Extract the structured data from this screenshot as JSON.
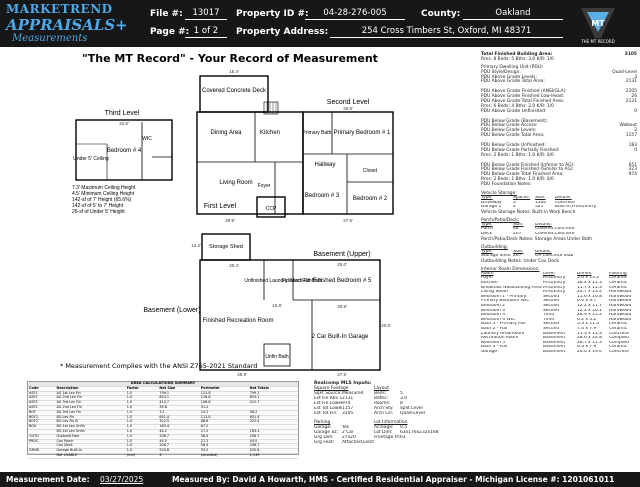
{
  "header": {
    "logo_line1": "MARKETREND",
    "logo_line2": "APPRAISALS+",
    "logo_line3": "Measurements",
    "file_label": "File #:",
    "file_value": "13017",
    "property_id_label": "Property ID #:",
    "property_id_value": "04-28-276-005",
    "county_label": "County:",
    "county_value": "Oakland",
    "page_label": "Page #:",
    "page_value": "1 of 2",
    "address_label": "Property Address:",
    "address_value": "254 Cross Timbers St, Oxford, MI 48371",
    "right_logo_text": "THE MT RECORD"
  },
  "title": "\"The MT Record\" - Your Record of Measurement",
  "plan_labels": {
    "third_level": "Third Level",
    "second_level": "Second Level",
    "first_level": "First Level",
    "basement_upper": "Basement (Upper)",
    "basement_lower": "Basement (Lower)",
    "covered_deck": "Covered Concrete Deck",
    "dining": "Dining Area",
    "kitchen": "Kitchen",
    "living": "Living Room",
    "foyer": "Foyer",
    "ccp": "CCP",
    "primary_bath": "Primary Bath",
    "primary_bedroom": "Primary Bedroom # 1",
    "hallway": "Hallway",
    "wic": "WIC",
    "closet": "Closet",
    "bedroom3": "Bedroom # 3",
    "bedroom2": "Bedroom # 2",
    "bedroom4": "Bedroom # 4",
    "under5": "Under 5' Ceiling",
    "storage_shed": "Storage Shed",
    "unfinished_laundry": "Unfinished Laundry/ Mech.Rm",
    "finished_full_bath": "Finished Full Bath",
    "finished_bedroom5": "Finished Bedroom # 5",
    "finished_rec": "Finished Recreation Room",
    "garage": "2 Car Built-In Garage",
    "unfin_bath": "Unfin Bath",
    "third_notes": [
      "7.3' Maximum Ceiling Height",
      "4.5' Minimum Ceiling Height",
      "142-sf of 7' Height (65.6%)",
      "142-sf of 5' to 7' Height",
      "26-sf of Under 5' Height"
    ],
    "dims": {
      "d1": "15.4'",
      "d2": "22.5'",
      "d3": "25.9'",
      "d4": "29.9'",
      "d5": "27.5'",
      "d6": "20.0'",
      "d7": "12.2'",
      "d8": "25.0'",
      "d9": "20.4'",
      "d10": "10.8'",
      "d11": "20.9'",
      "d12": "8.3'",
      "d13": "11.9'",
      "d14": "5.0'"
    }
  },
  "ansi_note": "* Measurement Complies with the ANSI Z765-2021 Standard",
  "calc_sheet": {
    "title1": "AREA CALCULATIONS SUMMARY",
    "title2": "AREA CALCULATIONS BREAKDOWN",
    "headers": [
      "Code",
      "Description",
      "Factor",
      "Net Size",
      "Perimeter",
      "Net Totals"
    ],
    "rows": [
      [
        "ASF1",
        "AG 1st Lev Fin",
        "1.0",
        "799.1",
        "121.8",
        "799.1"
      ],
      [
        "ASF2",
        "AG 2nd Lev Fin",
        "1.0",
        "853.1",
        "126.8",
        "853.1"
      ],
      [
        "ASF3",
        "AG 3rd Lev Fin",
        "1.0",
        "412.7",
        "106.8",
        "412.7"
      ],
      [
        "ASF2",
        "AG 2nd Lev Fin",
        "1.0",
        "35.8",
        "31.2",
        ""
      ],
      [
        "BGF",
        "AG 3rd Lev Fin",
        "1.0",
        "3.1",
        "10.2",
        "38.2"
      ],
      [
        "BGF2",
        "BG Lev Fin",
        "1.0",
        "651.4",
        "111.8",
        "651.4"
      ],
      [
        "BGF2",
        "BG Lev Fin B",
        "1.0",
        "322.5",
        "88.6",
        "322.5"
      ],
      [
        "BGU",
        "BG 1st Lev Unfin",
        "1.0",
        "183.4",
        "67.2",
        ""
      ],
      [
        "",
        "BG 1st Lev Unfin",
        "1.0",
        "44.2",
        "27.2",
        "183.3"
      ],
      [
        "GUTO",
        "Outbuild Fam",
        "1.0",
        "206.7",
        "58.4",
        "206.7"
      ],
      [
        "PRDC",
        "Cov Porch",
        "1.0",
        "44.0",
        "27.2",
        "44.0"
      ],
      [
        "",
        "Cov Deck",
        "1.0",
        "206.7",
        "58.4",
        "206.7"
      ],
      [
        "GRHB",
        "Garage Built-In",
        "1.0",
        "520.8",
        "93.2",
        "520.8"
      ],
      [
        "",
        "Net LIVABLE",
        "(rnd)",
        "3",
        "(rounded)",
        "2,149"
      ]
    ]
  },
  "mls": {
    "title": "Realcomp MLS Inputs:",
    "square_footage": "Square Footage",
    "layout": "Layout",
    "lines": [
      [
        "SqFt Source:",
        "Measured",
        "Beds:",
        "5"
      ],
      [
        "Est Fin Abv Gr:",
        "2131",
        "Baths:",
        "3.0"
      ],
      [
        "Est Fin Lower:",
        "974",
        "Rooms:",
        "8"
      ],
      [
        "Est Tot Lower:",
        "1157",
        "Arch Sty:",
        "Split Level"
      ],
      [
        "Est Tot Fin:",
        "3105",
        "Arch Lvl:",
        "Quad-Level"
      ]
    ],
    "parking": "Parking",
    "lot": "Lot Information",
    "lines2": [
      [
        "Garage:",
        "Yes",
        "Acreage:",
        "0.5"
      ],
      [
        "Garage Sz:",
        "2 Car",
        "Lot Dim:",
        "63x176x232x168"
      ],
      [
        "Grg Dim:",
        "27x20",
        "Frontage Ft:",
        "63"
      ],
      [
        "Grg Feat:",
        "Attached,Electricity,Heated,Door Opener",
        "",
        ""
      ]
    ]
  },
  "right_panel": {
    "total_finished_label": "Total Finished Building Area:",
    "total_finished_value": "3105",
    "total_finished_sub": "Rms: 8  Beds: 5  Bths: 3.0  K/R: 1/0",
    "rows": [
      [
        "Primary Dwelling Unit (PDU)",
        ""
      ],
      [
        "PDU Style/Design:",
        "Quad-Level"
      ],
      [
        "PDU Above Grade Levels:",
        "3"
      ],
      [
        "PDU Above Grade Total Area:",
        "2131"
      ],
      [
        "",
        ""
      ],
      [
        "PDU Above Grade Finished (ANSI/GLA):",
        "2105"
      ],
      [
        "PDU Above Grade Finished Low-Head:",
        "26"
      ],
      [
        "PDU Above Grade Total Finished Area:",
        "2131"
      ],
      [
        "Rms: 6  Beds: 4  Bths: 2.0  K/R: 1/0",
        ""
      ],
      [
        "PDU Above Grade Unfinished:",
        "0"
      ],
      [
        "",
        ""
      ],
      [
        "PDU Below Grade (Basement):",
        ""
      ],
      [
        "PDU Below Grade Access:",
        "Walkout"
      ],
      [
        "PDU Below Grade Levels:",
        "2"
      ],
      [
        "PDU Below Grade Total Area:",
        "1157"
      ],
      [
        "",
        ""
      ],
      [
        "PDU Below Grade Unfinished:",
        "183"
      ],
      [
        "PDU Below Grade Partially Finished:",
        "0"
      ],
      [
        "Rms: 2  Beds: 1  Bths: 1.0  K/R: 0/0",
        ""
      ],
      [
        "",
        ""
      ],
      [
        "PDU Below Grade Finished (Inferior to AG):",
        "651"
      ],
      [
        "PDU Below Grade Finished (Similar to AG):",
        "323"
      ],
      [
        "PDU Below Grade Total Finished Area:",
        "974"
      ],
      [
        "Rms: 2  Beds: 1  Bths: 1.0  K/R: 0/0",
        ""
      ],
      [
        "PDU Foundation Notes:",
        ""
      ]
    ],
    "vehicle_title": "Vehicle Storage:",
    "vehicle_headers": [
      "Type:",
      "Spaces:",
      "Size:",
      "Details:"
    ],
    "vehicle_rows": [
      [
        "Driveway",
        "3",
        "1560",
        "Concrete"
      ],
      [
        "Garage 1",
        "2",
        "521",
        "Built-In,Front/Entry"
      ]
    ],
    "vehicle_notes": "Vehicle Storage Notes: Built-in Work Bench",
    "porch_title": "Porch/Patio/Deck:",
    "porch_headers": [
      "Type:",
      "Size:",
      "Details:"
    ],
    "porch_rows": [
      [
        "Porch",
        "44",
        "Covered,Concrete"
      ],
      [
        "Deck",
        "207",
        "Covered,Concrete"
      ]
    ],
    "porch_notes": "Porch/Patio/Deck Notes: Storage Areas Under Both",
    "outbuilding_title": "Outbuilding:",
    "outbuilding_headers": [
      "Type:",
      "Size:",
      "Details:"
    ],
    "outbuilding_rows": [
      [
        "Storage Shed",
        "207",
        "On Concrete Slab"
      ]
    ],
    "outbuilding_notes": "Outbuilding Notes: Under Cov Deck",
    "interior_title": "Interior Room Dimensions:",
    "interior_headers": [
      "Room",
      "Level",
      "Dimen",
      "Flooring"
    ],
    "interior_rows": [
      [
        "Foyer",
        "First/Entry",
        "5.6 x 13.2",
        "Ceramic"
      ],
      [
        "Kitchen",
        "First/Entry",
        "18.4 x 11.3",
        "Ceramic"
      ],
      [
        "Breakfast Nook/Dining Area",
        "First/Entry",
        "11.7 x 11.3",
        "Ceramic"
      ],
      [
        "Living Room",
        "First/Entry",
        "20.7 x 13.2",
        "Hardwood"
      ],
      [
        "Bedroom 1 - Primary",
        "Second",
        "11.6 x 16.8",
        "Hardwood"
      ],
      [
        "Primary Bedroom WIC",
        "Second",
        "6.0 x 4.7",
        "Hardwood"
      ],
      [
        "Bedroom 2",
        "Second",
        "12.2 x 11.7",
        "Hardwood"
      ],
      [
        "Bedroom 3",
        "Second",
        "12.2 x 10.1",
        "Hardwood"
      ],
      [
        "Bedroom 4",
        "Third",
        "28.9 x 15.2",
        "Hardwood"
      ],
      [
        "Bedroom 4 WIC",
        "Third",
        "6.2 x 5.2",
        "Hardwood"
      ],
      [
        "Bath 1 - Primary Full",
        "Second",
        "5.3 x 11.3",
        "Ceramic"
      ],
      [
        "Bath 2 - Full",
        "Second",
        "7.4 x 7.9",
        "Ceramic"
      ],
      [
        "Laundry Area/Room",
        "Basement",
        "11.3 x 11.3",
        "Concrete"
      ],
      [
        "Recreation Room",
        "Basement",
        "28.6 x 24.8",
        "CompWd"
      ],
      [
        "Bedroom 5",
        "Basement",
        "18.7 x 11.3",
        "CompWd"
      ],
      [
        "Bath 3 - Full",
        "Basement",
        "6.3 x 7.9",
        "Ceramic"
      ],
      [
        "Garage",
        "Basement",
        "26.0 x 19.0",
        "Concrete"
      ]
    ]
  },
  "footer": {
    "date_label": "Measurement Date:",
    "date_value": "03/27/2025",
    "measured_by": "Measured By:  David A Howarth, HMS - Certified Residential Appraiser - Michigan License #: 1201061011"
  }
}
